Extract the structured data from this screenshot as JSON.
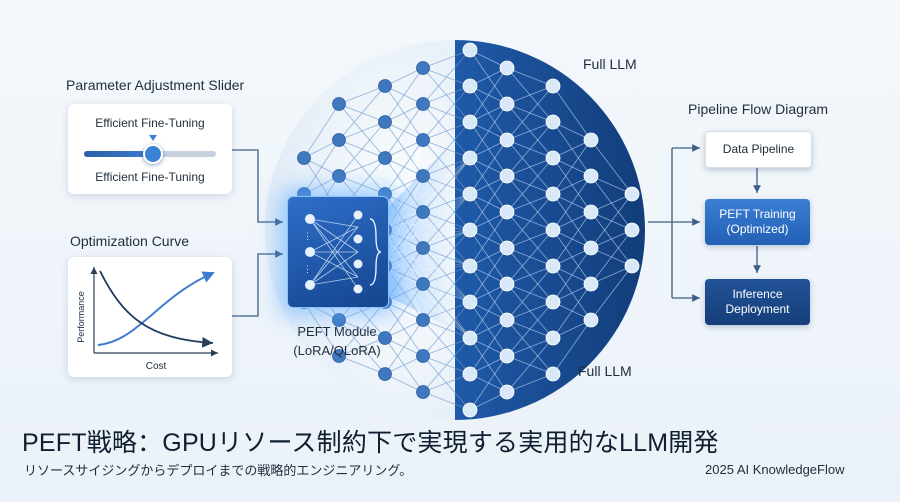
{
  "slider_panel": {
    "title": "Parameter Adjustment Slider",
    "top_label": "Efficient Fine-Tuning",
    "bottom_label": "Efficient Fine-Tuning",
    "value_fraction": 0.52
  },
  "curve_panel": {
    "title": "Optimization Curve",
    "ylabel": "Performance",
    "xlabel": "Cost"
  },
  "peft_module": {
    "line1": "PEFT Module",
    "line2": "(LoRA/QLoRA)"
  },
  "network": {
    "label_top": "Full LLM",
    "label_bottom": "Full LLM"
  },
  "pipeline": {
    "title": "Pipeline Flow Diagram",
    "steps": [
      {
        "line1": "Data Pipeline",
        "line2": ""
      },
      {
        "line1": "PEFT Training",
        "line2": "(Optimized)"
      },
      {
        "line1": "Inference",
        "line2": "Deployment"
      }
    ]
  },
  "footer": {
    "title": "PEFT戦略：GPUリソース制約下で実現する実用的なLLM開発",
    "subtitle": "リソースサイジングからデプロイまでの戦略的エンジニアリング。",
    "credit": "2025 AI KnowledgeFlow"
  },
  "colors": {
    "dark_blue": "#1a4c93",
    "mid_blue": "#2f6ec9",
    "node_light": "#cfe3f7",
    "connector": "#3c5f86"
  }
}
